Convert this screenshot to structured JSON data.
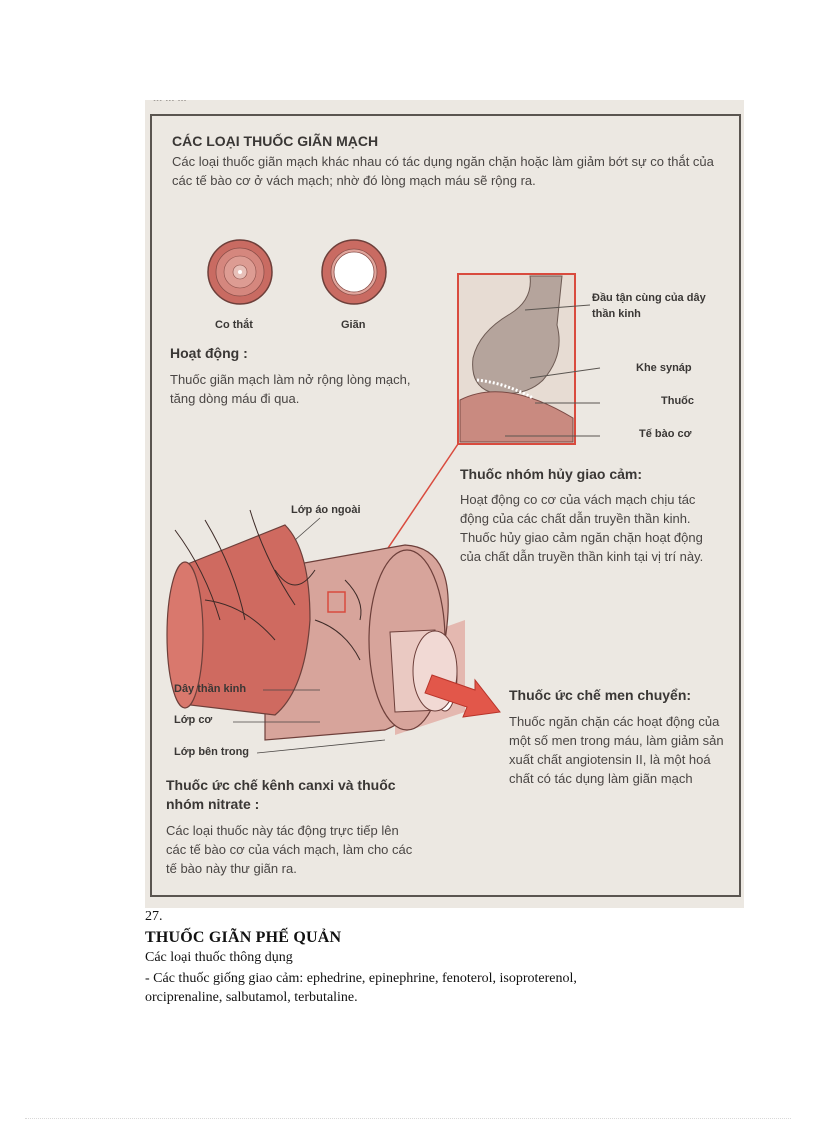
{
  "scan": {
    "top_cut_text": "...  ...  ...",
    "heading": "CÁC LOẠI THUỐC GIÃN MẠCH",
    "intro": "Các loại thuốc giãn mạch khác nhau có tác dụng ngăn chặn hoặc làm giảm bớt sự co thắt của các tế bào cơ ở vách mạch; nhờ đó lòng mạch máu sẽ rộng ra.",
    "vessel_labels": [
      "Co thắt",
      "Giãn"
    ],
    "action_heading": "Hoạt động :",
    "action_text": "Thuốc giãn mạch làm nở rộng lòng mạch, tăng dòng máu đi qua.",
    "synapse_labels": {
      "nerve_end": "Đầu tận cùng của dây thần kinh",
      "cleft": "Khe synáp",
      "drug": "Thuốc",
      "muscle_cell": "Tế bào cơ"
    },
    "sympatholytic_heading": "Thuốc nhóm hủy giao cảm:",
    "sympatholytic_text": "Hoạt động co cơ của vách mạch chịu tác động của các chất dẫn truyền thần kinh. Thuốc hủy giao cảm ngăn chặn hoạt động của chất dẫn truyền thần kinh tại vị trí này.",
    "vessel_layer_labels": {
      "outer": "Lớp áo ngoài",
      "nerve": "Dây thần kinh",
      "muscle": "Lớp cơ",
      "inner": "Lớp bên trong"
    },
    "ace_heading": "Thuốc ức chế men chuyển:",
    "ace_text": "Thuốc ngăn chặn các hoạt động của một số men trong máu, làm giảm sản xuất chất angiotensin II, là một hoá chất có tác dụng làm giãn mạch",
    "ccb_heading": "Thuốc ức chế kênh canxi và thuốc nhóm nitrate :",
    "ccb_text": "Các loại thuốc này tác động trực tiếp lên các tế bào cơ của vách mạch, làm cho các tế bào này thư giãn ra."
  },
  "lower": {
    "page_number": "27.",
    "section_title": "THUỐC  GIÃN PHẾ  QUẢN",
    "subheading": "Các loại  thuốc  thông  dụng",
    "list_line": "- Các thuốc  giống  giao  cảm:  ephedrine,  epinephrine,  fenoterol,  isoproterenol, orciprenaline,   salbutamol,   terbutaline."
  },
  "colors": {
    "scan_bg": "#ece8e2",
    "vessel_red": "#cf6a60",
    "vessel_pink": "#d9a79f",
    "arrow_red": "#e2574a"
  }
}
